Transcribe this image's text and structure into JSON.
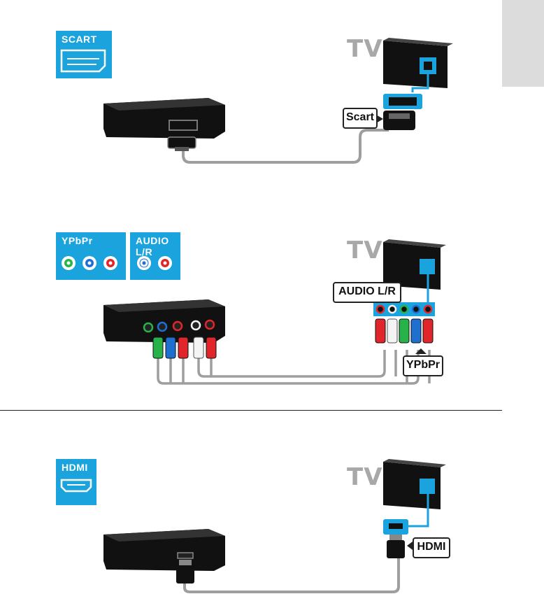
{
  "sections": [
    {
      "id": "scart",
      "badge_label": "SCART",
      "tv_label": "TV",
      "callout": "Scart"
    },
    {
      "id": "component",
      "badge_label": "YPbPr",
      "badge2_label": "AUDIO L/R",
      "tv_label": "TV",
      "callout_audio": "AUDIO L/R",
      "callout_video": "YPbPr"
    },
    {
      "id": "hdmi",
      "badge_label": "HDMI",
      "tv_label": "TV",
      "callout": "HDMI"
    }
  ],
  "colors": {
    "accent": "#1ba3de",
    "cable": "#9e9e9e",
    "device": "#111111",
    "tab": "#dcdcdc",
    "green": "#27b34a",
    "blue": "#1f6fd1",
    "red": "#e0262b",
    "white": "#f4f4f4"
  }
}
